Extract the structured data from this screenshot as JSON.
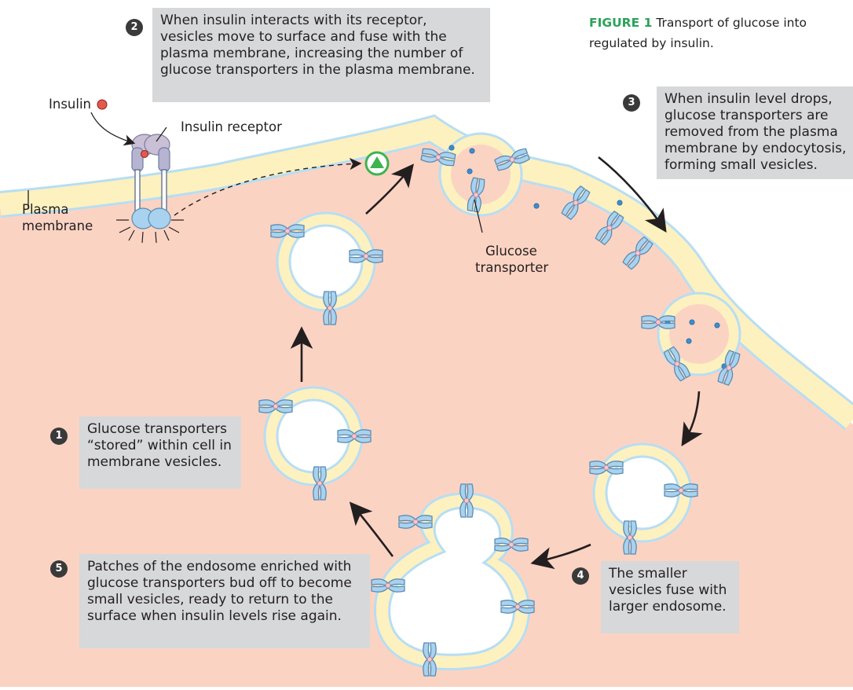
{
  "caption": {
    "figure_label": "FIGURE 1",
    "line1": "Transport of glucose into",
    "line2": "regulated by insulin."
  },
  "steps": [
    {
      "number": "1",
      "text_lines": [
        "Glucose transporters",
        "“stored” within cell in",
        "membrane vesicles."
      ]
    },
    {
      "number": "2",
      "text_lines": [
        "When insulin interacts with its receptor,",
        "vesicles move to surface and fuse with the",
        "plasma membrane, increasing the number of",
        "glucose transporters in the plasma membrane."
      ]
    },
    {
      "number": "3",
      "text_lines": [
        "When insulin level drops,",
        "glucose transporters are",
        "removed from the plasma",
        "membrane by endocytosis,",
        "forming small vesicles."
      ]
    },
    {
      "number": "4",
      "text_lines": [
        "The smaller",
        "vesicles fuse with",
        "larger endosome."
      ]
    },
    {
      "number": "5",
      "text_lines": [
        "Patches of the endosome enriched with",
        "glucose transporters bud off to become",
        "small vesicles, ready to return to the",
        "surface when insulin levels rise again."
      ]
    }
  ],
  "labels": {
    "insulin": "Insulin",
    "insulin_receptor": "Insulin receptor",
    "plasma_membrane": [
      "Plasma",
      "membrane"
    ],
    "glucose_transporter": [
      "Glucose",
      "transporter"
    ]
  },
  "colors": {
    "cytoplasm": "#fbd3c3",
    "membrane_fill": "#fdf1c0",
    "membrane_edge": "#b7def3",
    "transporter": "#a9d2ee",
    "transporter_edge": "#5a8cb3",
    "glucose": "#3b8ed0",
    "callout_bg": "#d7d8da",
    "signal_green": "#3fb34f",
    "caption_accent": "#2aa35a"
  }
}
